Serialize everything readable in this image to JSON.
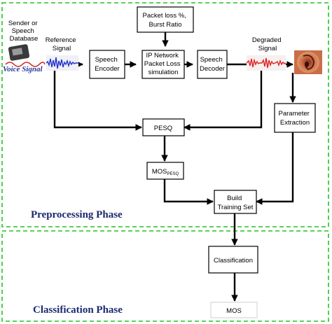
{
  "labels": {
    "sender": [
      "Sender or",
      "Speech",
      "Database"
    ],
    "voice_logo": "Voice Signal",
    "reference": [
      "Reference",
      "Signal"
    ],
    "packet_loss": [
      "Packet loss %,",
      "Burst Ratio"
    ],
    "encoder": [
      "Speech",
      "Encoder"
    ],
    "network": [
      "IP Network",
      "Packet Loss",
      "simulation"
    ],
    "decoder": [
      "Speech",
      "Decoder"
    ],
    "degraded": [
      "Degraded",
      "Signal"
    ],
    "pesq": "PESQ",
    "mos_pesq_main": "MOS",
    "mos_pesq_sub": "PESQ",
    "param": [
      "Parameter",
      "Extraction"
    ],
    "build": [
      "Build",
      "Training Set"
    ],
    "classification": "Classification",
    "mos": "MOS"
  },
  "phases": {
    "preprocessing": "Preprocessing Phase",
    "classification": "Classification Phase"
  },
  "colors": {
    "phase_border": "#22c322",
    "phase_text": "#1a2a6e",
    "reference_wave": "#2233cc",
    "degraded_wave": "#dd2222"
  }
}
